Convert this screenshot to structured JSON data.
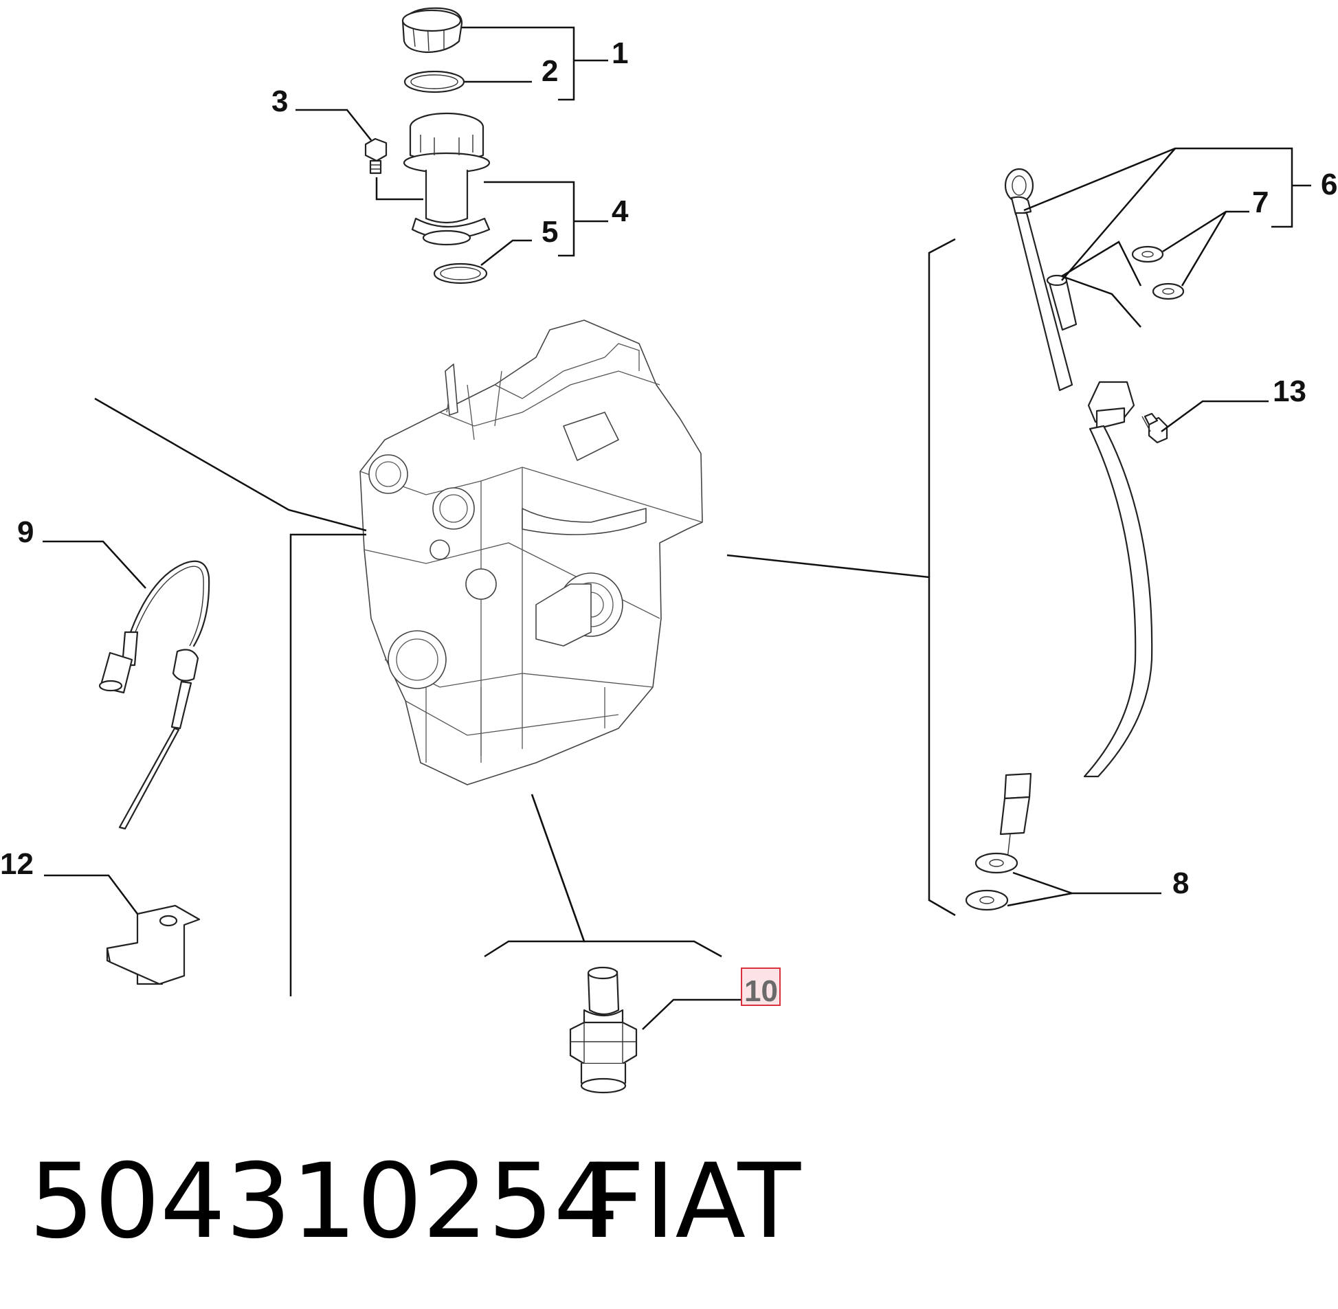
{
  "callouts": {
    "c1": "1",
    "c2": "2",
    "c3": "3",
    "c4": "4",
    "c5": "5",
    "c6": "6",
    "c7": "7",
    "c8": "8",
    "c9": "9",
    "c10": "10",
    "c12": "12",
    "c13": "13"
  },
  "highlighted_callout": "10",
  "highlight_color": "#d9303d",
  "footer": {
    "part_number": "504310254",
    "brand": "FIAT"
  }
}
